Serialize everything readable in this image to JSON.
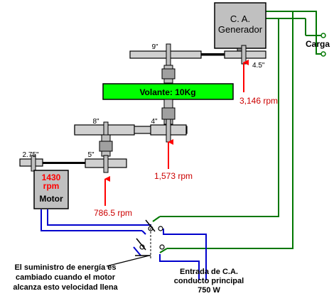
{
  "generator": {
    "line1": "C. A.",
    "line2": "Generador"
  },
  "load": {
    "label": "Carga"
  },
  "flywheel": {
    "label": "Volante: 10Kg"
  },
  "motor": {
    "rpm_value": "1430",
    "rpm_unit": "rpm",
    "label": "Motor"
  },
  "pulleys": {
    "p9": "9\"",
    "p45": "4.5\"",
    "p8": "8\"",
    "p4": "4\"",
    "p275": "2.75\"",
    "p5": "5\""
  },
  "speeds": {
    "top": "3,146 rpm",
    "middle": "1,573 rpm",
    "bottom": "786.5 rpm"
  },
  "note": {
    "line1": "El suministro de energía es",
    "line2": "cambiado cuando el motor",
    "line3": "alcanza esto velocidad llena"
  },
  "mains": {
    "line1": "Entrada de C.A.",
    "line2": "conducto principal",
    "line3": "750 W"
  },
  "colors": {
    "box_gray": "#c0c0c0",
    "flywheel_green": "#00ff00",
    "arrow_red": "#ff0000",
    "speed_text_red": "#cc0000",
    "wire_green": "#007700",
    "wire_blue": "#0000cc"
  }
}
